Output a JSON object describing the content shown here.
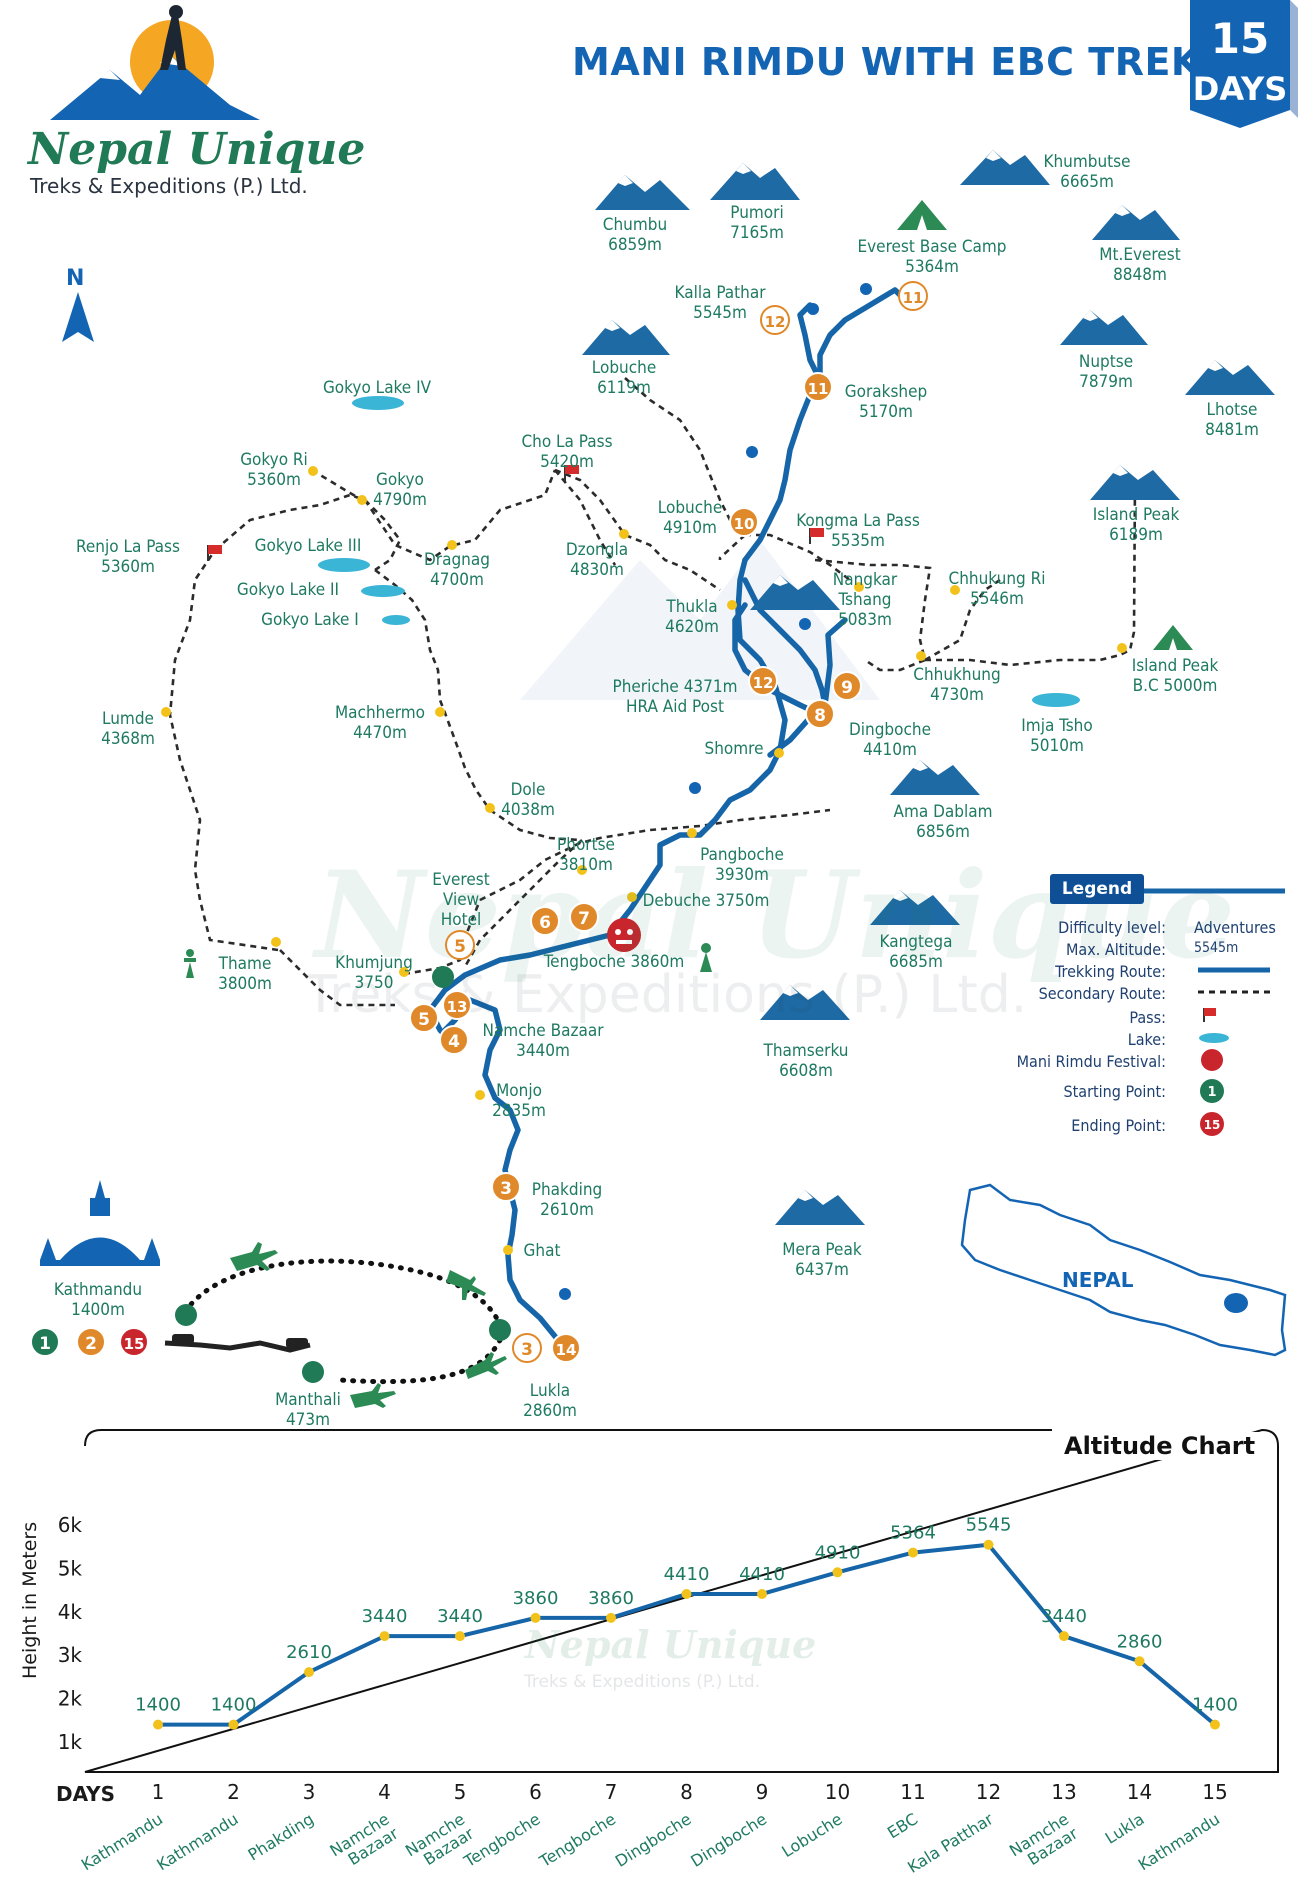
{
  "title": "MANI RIMDU WITH EBC TREK",
  "days_badge": {
    "number": "15",
    "word": "DAYS"
  },
  "brand": {
    "name": "Nepal Unique",
    "subtitle": "Treks & Expeditions (P.) Ltd."
  },
  "north_label": "N",
  "colors": {
    "route": "#1565a8",
    "marker": "#e0892a",
    "green": "#1f7a55",
    "accent_blue": "#1464b4",
    "text_teal": "#1f7a62",
    "pass_red": "#d62b2b",
    "lake": "#3ab5d6",
    "end_red": "#c8262c"
  },
  "map_labels": [
    {
      "id": "chumbu",
      "text": "Chumbu\n6859m"
    },
    {
      "id": "pumori",
      "text": "Pumori\n7165m"
    },
    {
      "id": "khumbutse",
      "text": "Khumbutse\n6665m"
    },
    {
      "id": "ebc",
      "text": "Everest Base Camp\n5364m"
    },
    {
      "id": "everest",
      "text": "Mt.Everest\n8848m"
    },
    {
      "id": "kalla",
      "text": "Kalla Pathar\n5545m"
    },
    {
      "id": "lobuche_peak",
      "text": "Lobuche\n6119m"
    },
    {
      "id": "gorakshep",
      "text": "Gorakshep\n5170m"
    },
    {
      "id": "nuptse",
      "text": "Nuptse\n7879m"
    },
    {
      "id": "lhotse",
      "text": "Lhotse\n8481m"
    },
    {
      "id": "gokyo4",
      "text": "Gokyo Lake IV"
    },
    {
      "id": "cholapass",
      "text": "Cho La Pass\n5420m"
    },
    {
      "id": "gokyori",
      "text": "Gokyo Ri\n5360m"
    },
    {
      "id": "gokyo",
      "text": "Gokyo\n4790m"
    },
    {
      "id": "lobuche_v",
      "text": "Lobuche\n4910m"
    },
    {
      "id": "kongma",
      "text": "Kongma La Pass\n5535m"
    },
    {
      "id": "islandpeak",
      "text": "Island Peak\n6189m"
    },
    {
      "id": "renjo",
      "text": "Renjo La Pass\n5360m"
    },
    {
      "id": "gokyo3",
      "text": "Gokyo Lake III"
    },
    {
      "id": "dragnag",
      "text": "Dragnag\n4700m"
    },
    {
      "id": "dzongla",
      "text": "Dzongla\n4830m"
    },
    {
      "id": "nangkar",
      "text": "Nangkar\nTshang\n5083m"
    },
    {
      "id": "chhukungri",
      "text": "Chhukung Ri\n5546m"
    },
    {
      "id": "gokyo2",
      "text": "Gokyo Lake II"
    },
    {
      "id": "thukla",
      "text": "Thukla\n4620m"
    },
    {
      "id": "gokyo1",
      "text": "Gokyo Lake I"
    },
    {
      "id": "chhukhung",
      "text": "Chhukhung\n4730m"
    },
    {
      "id": "islandbc",
      "text": "Island Peak\nB.C 5000m"
    },
    {
      "id": "pheriche",
      "text": "Pheriche 4371m\nHRA Aid Post"
    },
    {
      "id": "lumde",
      "text": "Lumde\n4368m"
    },
    {
      "id": "machhermo",
      "text": "Machhermo\n4470m"
    },
    {
      "id": "dingboche",
      "text": "Dingboche\n4410m"
    },
    {
      "id": "imja",
      "text": "Imja Tsho\n5010m"
    },
    {
      "id": "shomre",
      "text": "Shomre"
    },
    {
      "id": "dole",
      "text": "Dole\n4038m"
    },
    {
      "id": "amadablam",
      "text": "Ama Dablam\n6856m"
    },
    {
      "id": "phortse",
      "text": "Phortse\n3810m"
    },
    {
      "id": "pangboche",
      "text": "Pangboche\n3930m"
    },
    {
      "id": "evhotel",
      "text": "Everest\nView\nHotel"
    },
    {
      "id": "debuche",
      "text": "Debuche 3750m"
    },
    {
      "id": "thame",
      "text": "Thame\n3800m"
    },
    {
      "id": "khumjung",
      "text": "Khumjung\n3750"
    },
    {
      "id": "tengboche",
      "text": "Tengboche 3860m"
    },
    {
      "id": "kangtega",
      "text": "Kangtega\n6685m"
    },
    {
      "id": "namche",
      "text": "Namche Bazaar\n3440m"
    },
    {
      "id": "thamserku",
      "text": "Thamserku\n6608m"
    },
    {
      "id": "monjo",
      "text": "Monjo\n2835m"
    },
    {
      "id": "phakding",
      "text": "Phakding\n2610m"
    },
    {
      "id": "ghat",
      "text": "Ghat"
    },
    {
      "id": "merapeak",
      "text": "Mera Peak\n6437m"
    },
    {
      "id": "kathmandu",
      "text": "Kathmandu\n1400m"
    },
    {
      "id": "lukla",
      "text": "Lukla\n2860m"
    },
    {
      "id": "manthali",
      "text": "Manthali\n473m"
    }
  ],
  "day_markers": [
    {
      "n": "1"
    },
    {
      "n": "2"
    },
    {
      "n": "15"
    },
    {
      "n": "3"
    },
    {
      "n": "14"
    },
    {
      "n": "3"
    },
    {
      "n": "4"
    },
    {
      "n": "5"
    },
    {
      "n": "13"
    },
    {
      "n": "5"
    },
    {
      "n": "6"
    },
    {
      "n": "7"
    },
    {
      "n": "8"
    },
    {
      "n": "9"
    },
    {
      "n": "12"
    },
    {
      "n": "10"
    },
    {
      "n": "11"
    },
    {
      "n": "12"
    },
    {
      "n": "11"
    }
  ],
  "legend": {
    "title": "Legend",
    "rows": [
      {
        "label": "Difficulty level:",
        "value": "Adventures"
      },
      {
        "label": "Max. Altitude:",
        "value": "5545m"
      },
      {
        "label": "Trekking Route:",
        "value": ""
      },
      {
        "label": "Secondary Route:",
        "value": ""
      },
      {
        "label": "Pass:",
        "value": ""
      },
      {
        "label": "Lake:",
        "value": ""
      },
      {
        "label": "Mani Rimdu Festival:",
        "value": ""
      },
      {
        "label": "Starting Point:",
        "value": "1"
      },
      {
        "label": "Ending Point:",
        "value": "15"
      }
    ]
  },
  "inset_label": "NEPAL",
  "chart_data": {
    "type": "line",
    "title": "Altitude Chart",
    "ylabel": "Height in Meters",
    "xlabel": "DAYS",
    "x": [
      1,
      2,
      3,
      4,
      5,
      6,
      7,
      8,
      9,
      10,
      11,
      12,
      13,
      14,
      15
    ],
    "places": [
      "Kathmandu",
      "Kathmandu",
      "Phakding",
      "Namche\nBazaar",
      "Namche\nBazaar",
      "Tengboche",
      "Tengboche",
      "Dingboche",
      "Dingboche",
      "Lobuche",
      "EBC",
      "Kala Patthar",
      "Namche\nBazaar",
      "Lukla",
      "Kathmandu"
    ],
    "values": [
      1400,
      1400,
      2610,
      3440,
      3440,
      3860,
      3860,
      4410,
      4410,
      4910,
      5364,
      5545,
      3440,
      2860,
      1400
    ],
    "yticks": [
      "1k",
      "2k",
      "3k",
      "4k",
      "5k",
      "6k"
    ],
    "ylim": [
      500,
      6500
    ],
    "grid": false
  }
}
